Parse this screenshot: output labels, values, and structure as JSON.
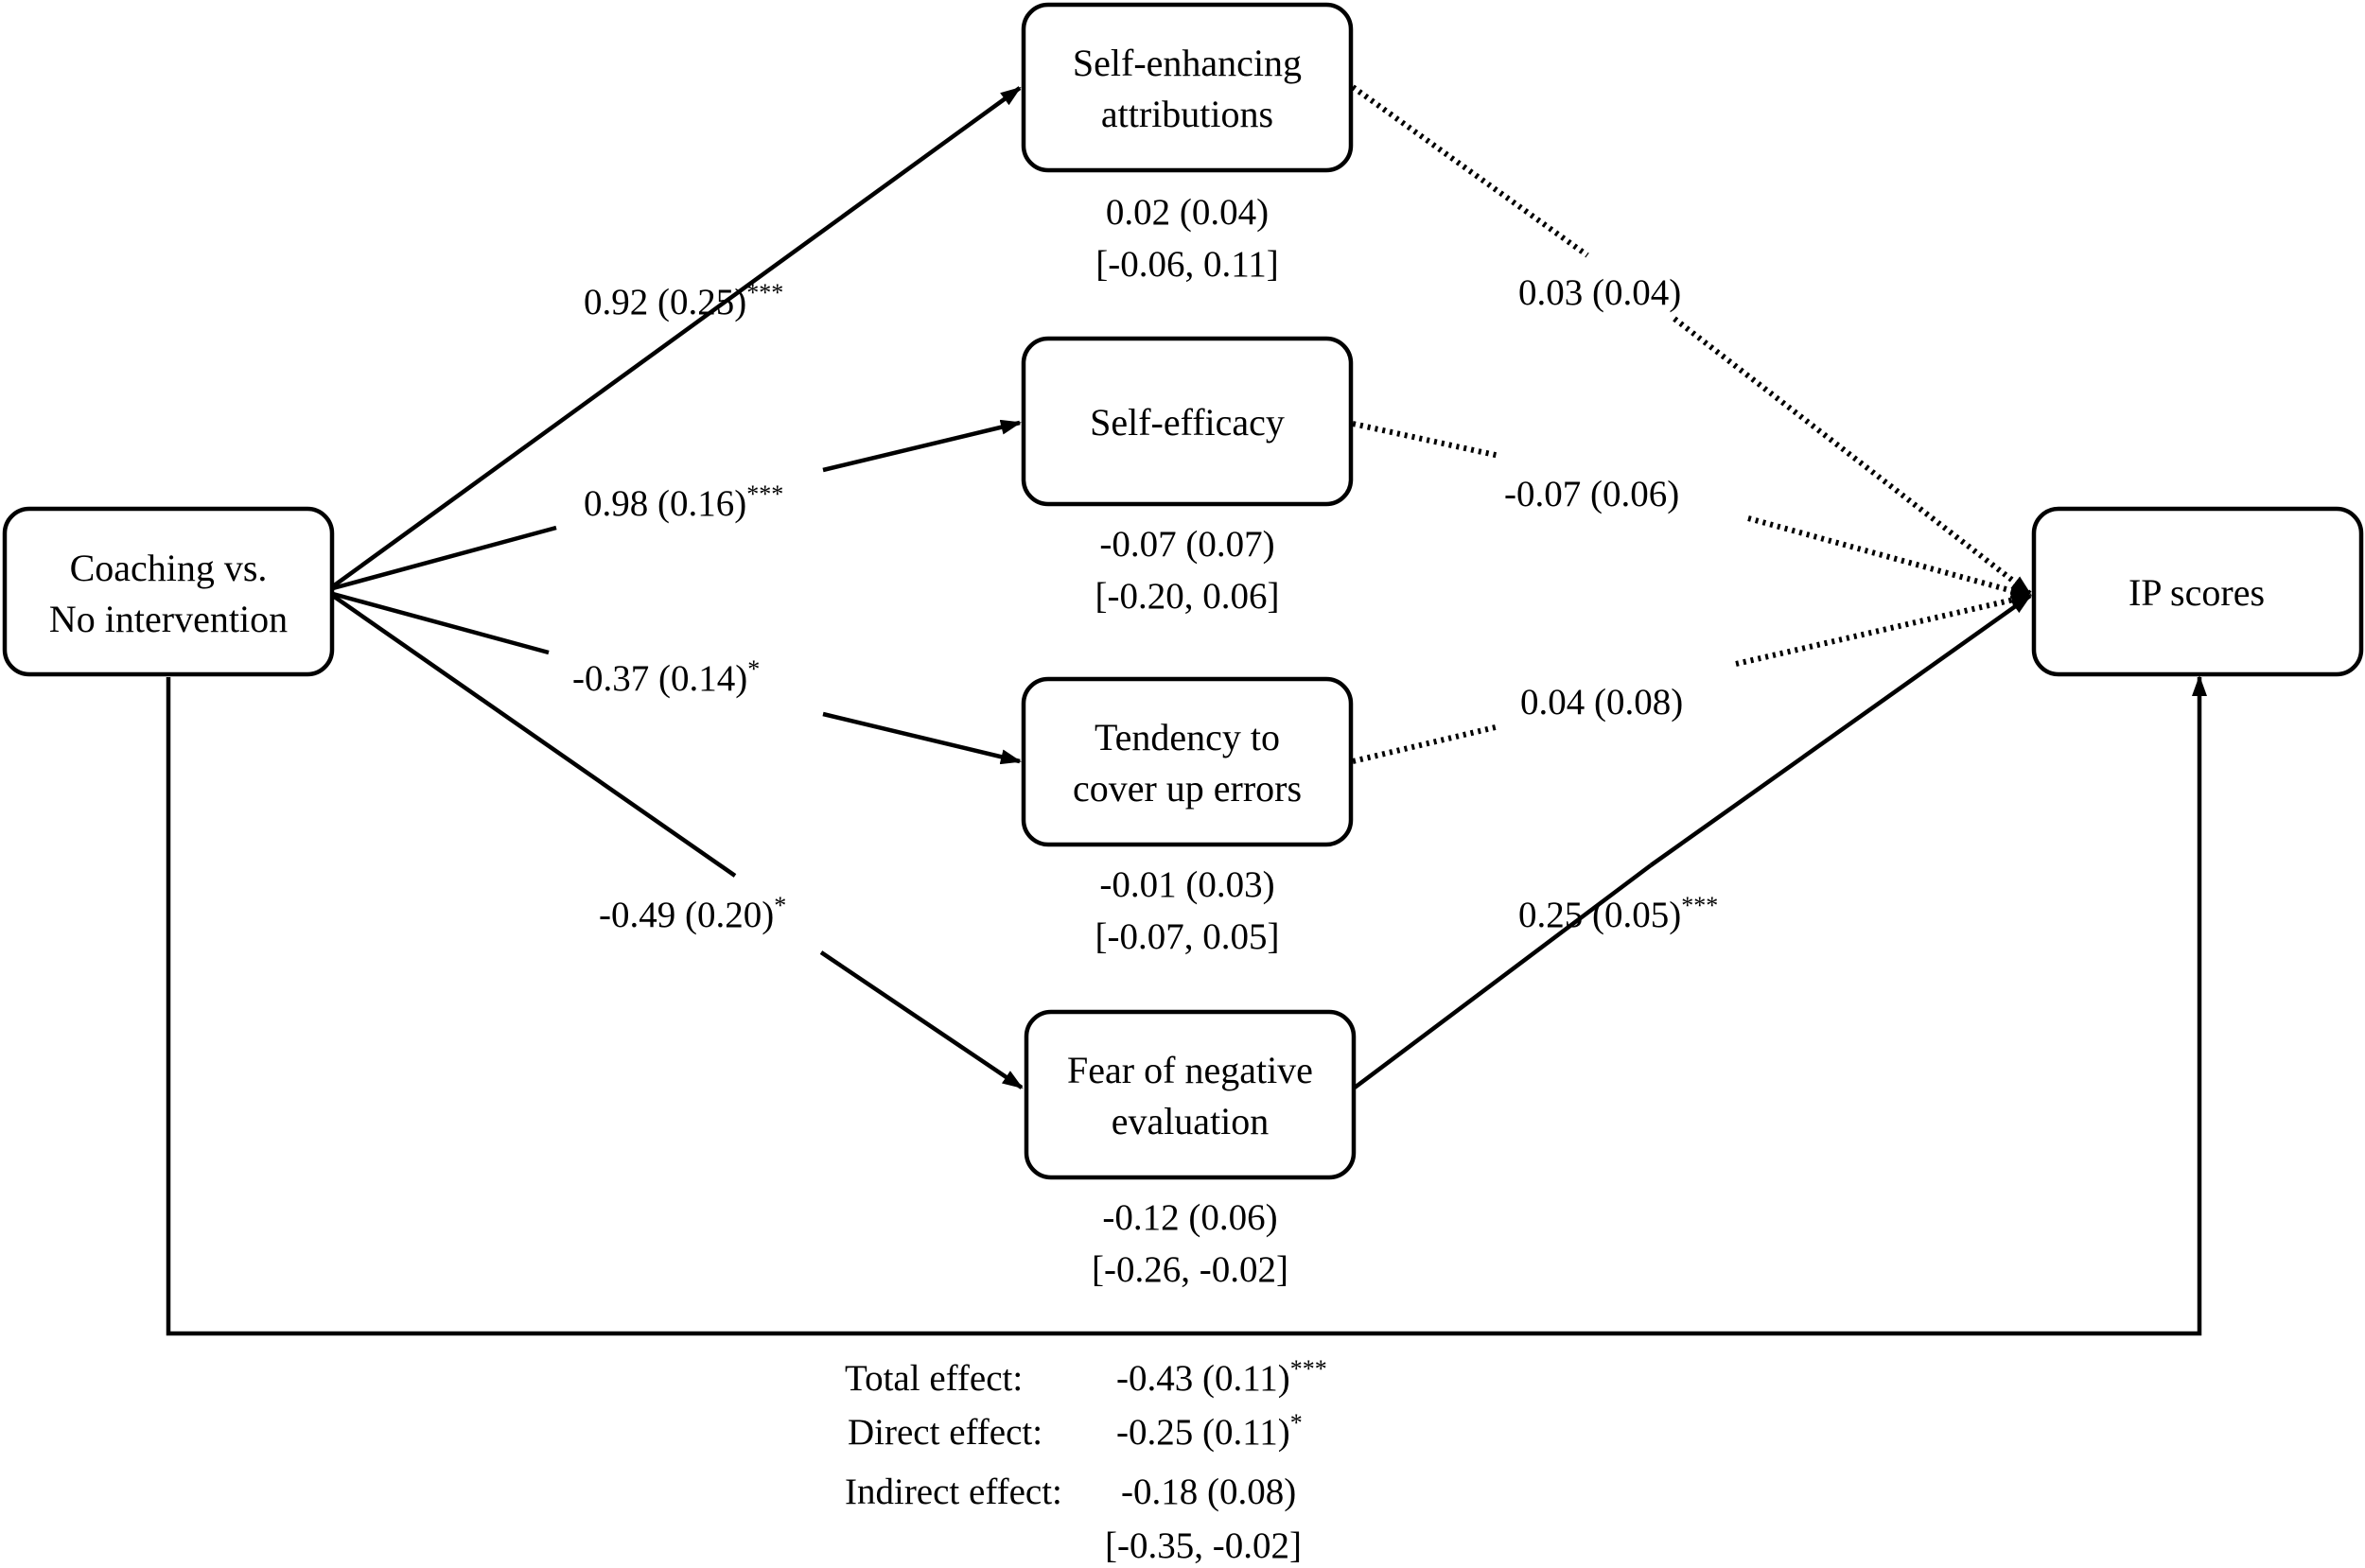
{
  "nodes": {
    "x": {
      "lines": [
        "Coaching vs.",
        "No intervention"
      ]
    },
    "m1": {
      "lines": [
        "Self-enhancing",
        "attributions"
      ]
    },
    "m2": {
      "lines": [
        "Self-efficacy"
      ]
    },
    "m3": {
      "lines": [
        "Tendency to",
        "cover up errors"
      ]
    },
    "m4": {
      "lines": [
        "Fear of negative",
        "evaluation"
      ]
    },
    "y": {
      "lines": [
        "IP scores"
      ]
    }
  },
  "a_paths": {
    "m1": {
      "value": "0.92 (0.25)",
      "sig": "***"
    },
    "m2": {
      "value": "0.98 (0.16)",
      "sig": "***"
    },
    "m3": {
      "value": "-0.37 (0.14)",
      "sig": "*"
    },
    "m4": {
      "value": "-0.49 (0.20)",
      "sig": "*"
    }
  },
  "b_paths": {
    "m1": {
      "value": "0.03 (0.04)",
      "sig": ""
    },
    "m2": {
      "value": "-0.07 (0.06)",
      "sig": ""
    },
    "m3": {
      "value": "0.04 (0.08)",
      "sig": ""
    },
    "m4": {
      "value": "0.25 (0.05)",
      "sig": "***"
    }
  },
  "indirect": {
    "m1": {
      "estimate": "0.02 (0.04)",
      "ci": "[-0.06, 0.11]"
    },
    "m2": {
      "estimate": "-0.07 (0.07)",
      "ci": "[-0.20, 0.06]"
    },
    "m3": {
      "estimate": "-0.01 (0.03)",
      "ci": "[-0.07, 0.05]"
    },
    "m4": {
      "estimate": "-0.12 (0.06)",
      "ci": "[-0.26, -0.02]"
    }
  },
  "effects": {
    "total": {
      "label": "Total effect:",
      "value": "-0.43 (0.11)",
      "sig": "***"
    },
    "direct": {
      "label": "Direct effect:",
      "value": "-0.25 (0.11)",
      "sig": "*"
    },
    "indirect": {
      "label": "Indirect effect:",
      "value": "-0.18 (0.08)",
      "ci": "[-0.35, -0.02]"
    }
  }
}
